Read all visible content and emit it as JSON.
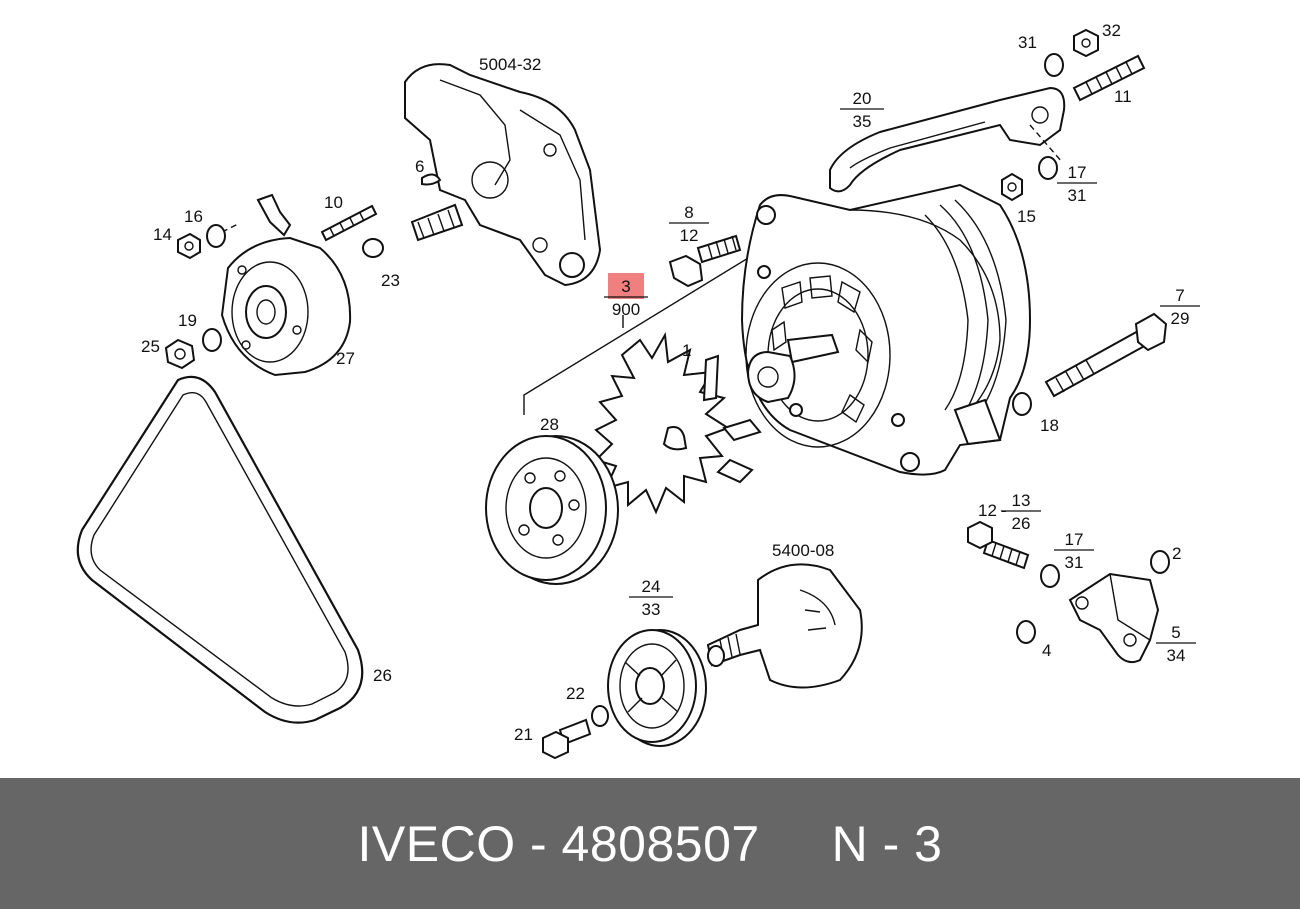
{
  "diagram": {
    "labels": {
      "p1": "1",
      "p2": "2",
      "p4": "4",
      "p6": "6",
      "p10": "10",
      "p11": "11",
      "p12_13": "12",
      "p13": "13",
      "p14": "14",
      "p15": "15",
      "p16": "16",
      "p18": "18",
      "p19": "19",
      "p21": "21",
      "p22": "22",
      "p23": "23",
      "p25": "25",
      "p26": "26",
      "p27": "27",
      "p28": "28",
      "p31": "31",
      "p32": "32",
      "p5004": "5004-32",
      "p5400": "5400-08"
    },
    "fractions": {
      "f3_900": [
        "3",
        "900"
      ],
      "f8_12": [
        "8",
        "12"
      ],
      "f20_35": [
        "20",
        "35"
      ],
      "f17_31a": [
        "17",
        "31"
      ],
      "f7_29": [
        "7",
        "29"
      ],
      "f24_33": [
        "24",
        "33"
      ],
      "f13_26": [
        "13",
        "26"
      ],
      "f17_31b": [
        "17",
        "31"
      ],
      "f5_34": [
        "5",
        "34"
      ]
    },
    "highlight_color": "#f08080"
  },
  "footer": {
    "brand": "IVECO",
    "part_number": "4808507",
    "suffix": "N - 3",
    "text": "IVECO - 4808507     N - 3"
  }
}
